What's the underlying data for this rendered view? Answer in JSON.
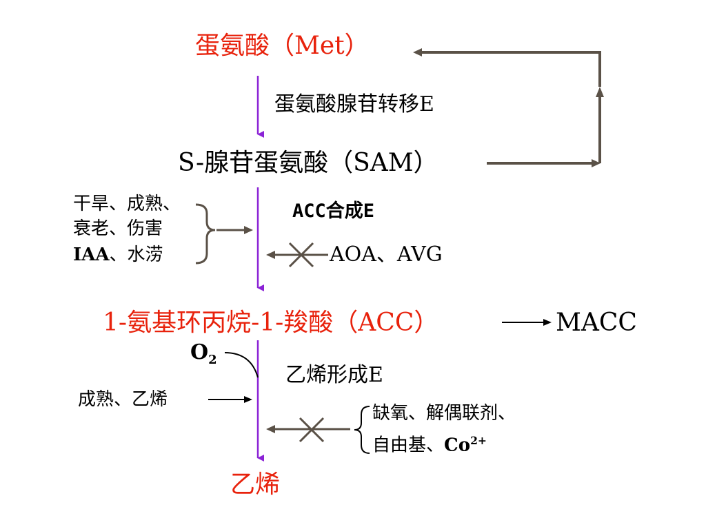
{
  "nodes": {
    "met": "蛋氨酸（Met）",
    "sam": "S-腺苷蛋氨酸（SAM）",
    "acc": "1-氨基环丙烷-1-羧酸（ACC）",
    "macc": "MACC",
    "ethylene": "乙烯"
  },
  "enzymes": {
    "met_to_sam": "蛋氨酸腺苷转移E",
    "acc_synthase": "ACC合成E",
    "efe": "乙烯形成E"
  },
  "promoters_acc": {
    "line1": "干旱、成熟、",
    "line2": "衰老、伤害",
    "line3_bold": "IAA",
    "line3_rest": "、水涝"
  },
  "inhibitors_acc": "AOA、AVG",
  "oxygen": {
    "symbol": "O",
    "subscript": "2"
  },
  "promoters_ethylene": "成熟、乙烯",
  "inhibitors_ethylene": {
    "line1": "缺氧、解偶联剂、",
    "line2": "自由基、",
    "line2_bold": "Co",
    "line2_sup": "2+"
  },
  "colors": {
    "main_arrow": "#8b22d6",
    "side_arrow": "#5a5147",
    "highlight_text": "#e8220c",
    "text": "#000000"
  }
}
